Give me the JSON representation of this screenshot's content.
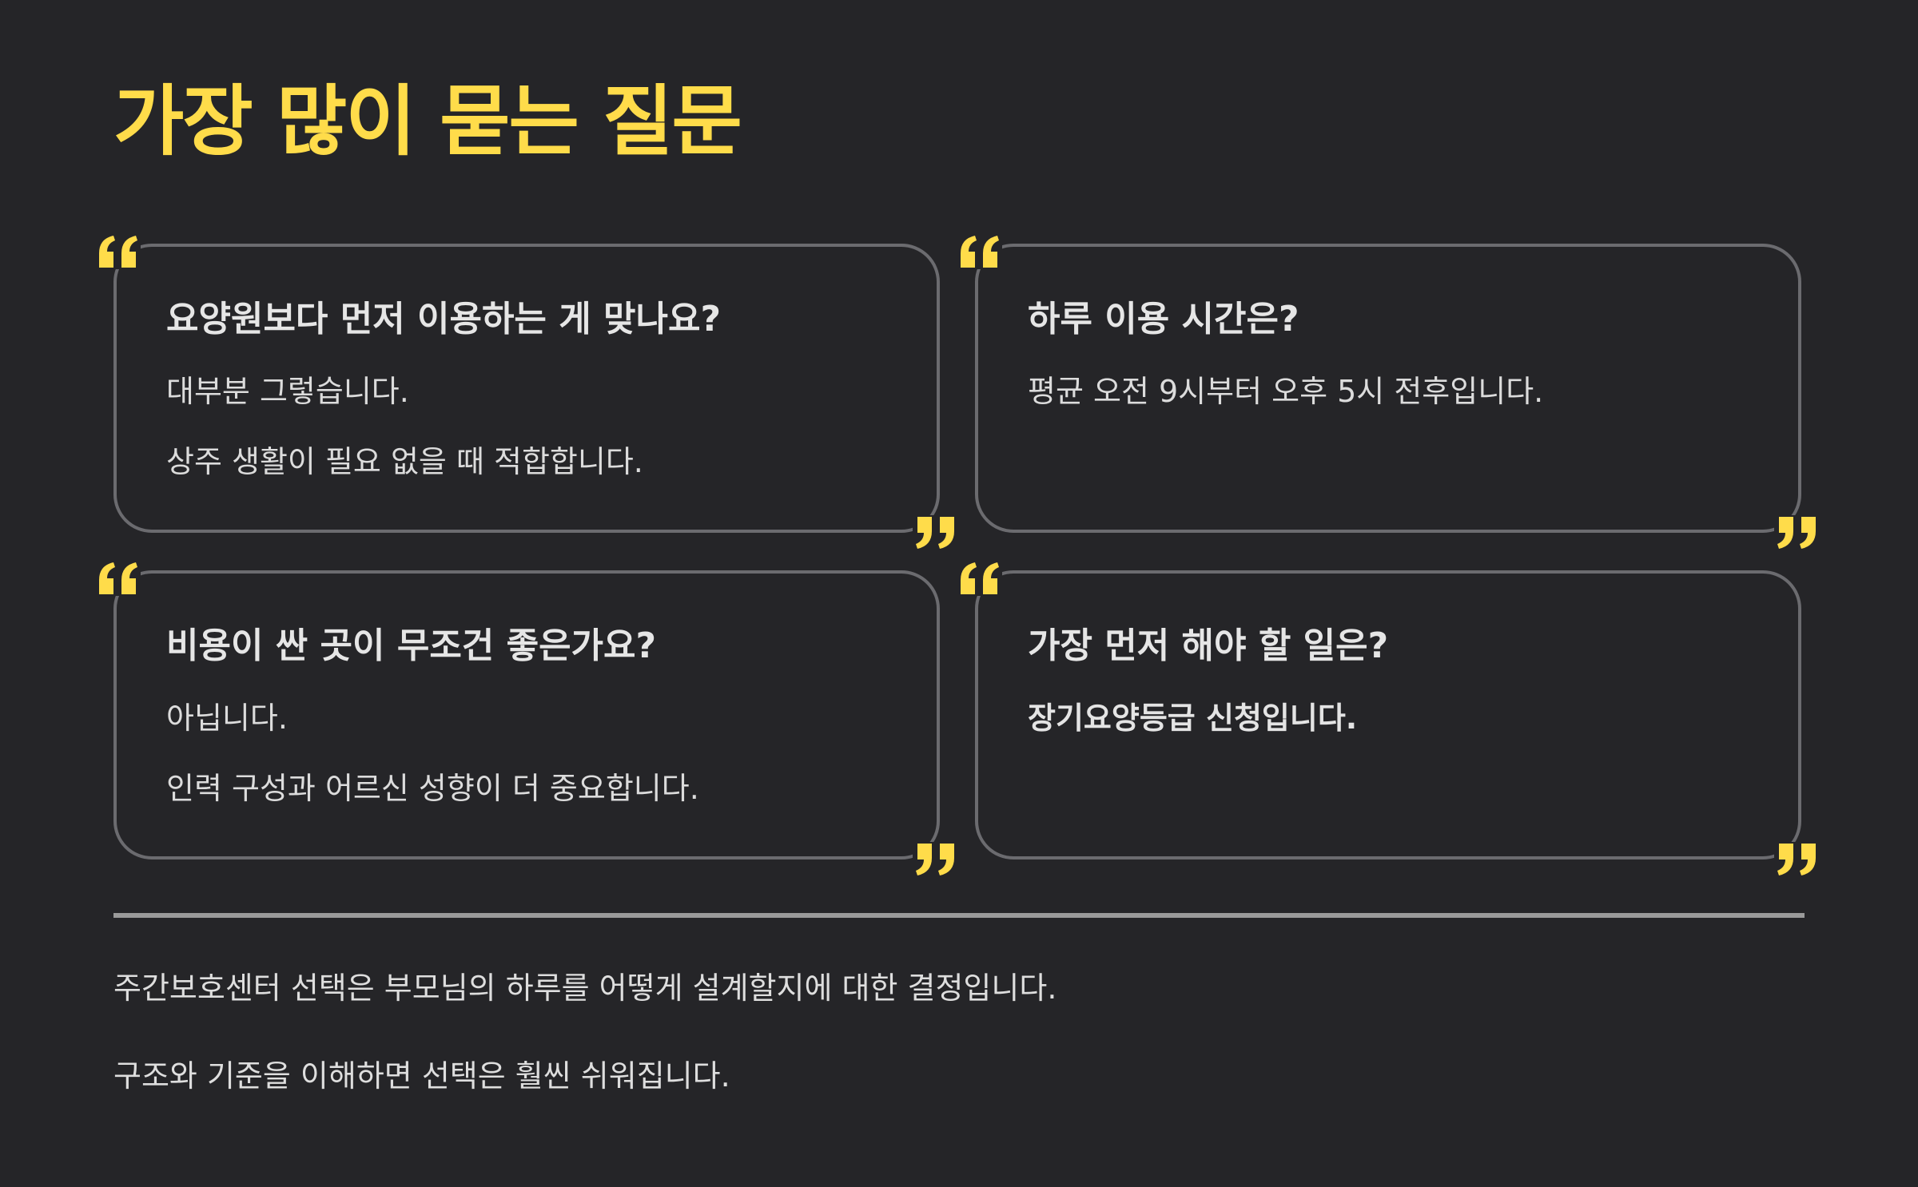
{
  "title": "가장 많이 묻는 질문",
  "colors": {
    "background": "#252528",
    "accent": "#ffdc4a",
    "card_border": "#6b6b6f",
    "text": "#e9e9e9"
  },
  "faq": [
    {
      "question": "요양원보다 먼저 이용하는 게 맞나요?",
      "answer_lines": [
        "대부분 그렇습니다.",
        "상주 생활이 필요 없을 때 적합합니다."
      ]
    },
    {
      "question": "하루 이용 시간은?",
      "answer_lines": [
        "평균 오전 9시부터 오후 5시 전후입니다."
      ]
    },
    {
      "question": "비용이 싼 곳이 무조건 좋은가요?",
      "answer_lines": [
        "아닙니다.",
        "인력 구성과 어르신 성향이 더 중요합니다."
      ]
    },
    {
      "question": "가장 먼저 해야 할 일은?",
      "answer_lines": [
        "장기요양등급 신청입니다."
      ]
    }
  ],
  "icons": {
    "open_quote": "open-quote-icon",
    "close_quote": "close-quote-icon"
  },
  "footer": [
    "주간보호센터 선택은 부모님의 하루를 어떻게 설계할지에 대한 결정입니다.",
    "구조와 기준을 이해하면 선택은 훨씬 쉬워집니다."
  ]
}
